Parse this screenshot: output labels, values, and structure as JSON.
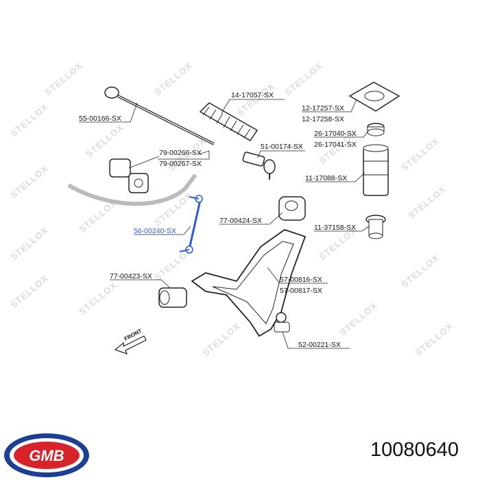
{
  "watermark": "STELLOX",
  "front_label": "FRONT",
  "labels": {
    "tie_rod": "55-00166-SX",
    "boot": "14-17057-SX",
    "mount_a": "12-17257-SX",
    "mount_b": "12-17258-SX",
    "bearing_a": "26-17040-SX",
    "bearing_b": "26-17041-SX",
    "bush_a": "79-00266-SX",
    "bush_b": "79-00267-SX",
    "tie_end": "51-00174-SX",
    "dust_boot": "11-17088-SX",
    "link": "56-00240-SX",
    "silent_block_rear": "77-00424-SX",
    "bump_stop": "11-37158-SX",
    "silent_block_front": "77-00423-SX",
    "arm_a": "57-00816-SX",
    "arm_b": "57-00817-SX",
    "ball_joint": "52-00221-SX"
  },
  "colors": {
    "highlight": "#2a5bd7",
    "logo_red": "#d8232a",
    "logo_blue": "#1c3f94"
  },
  "logo": {
    "text": "GMB"
  },
  "part_number": "10080640"
}
